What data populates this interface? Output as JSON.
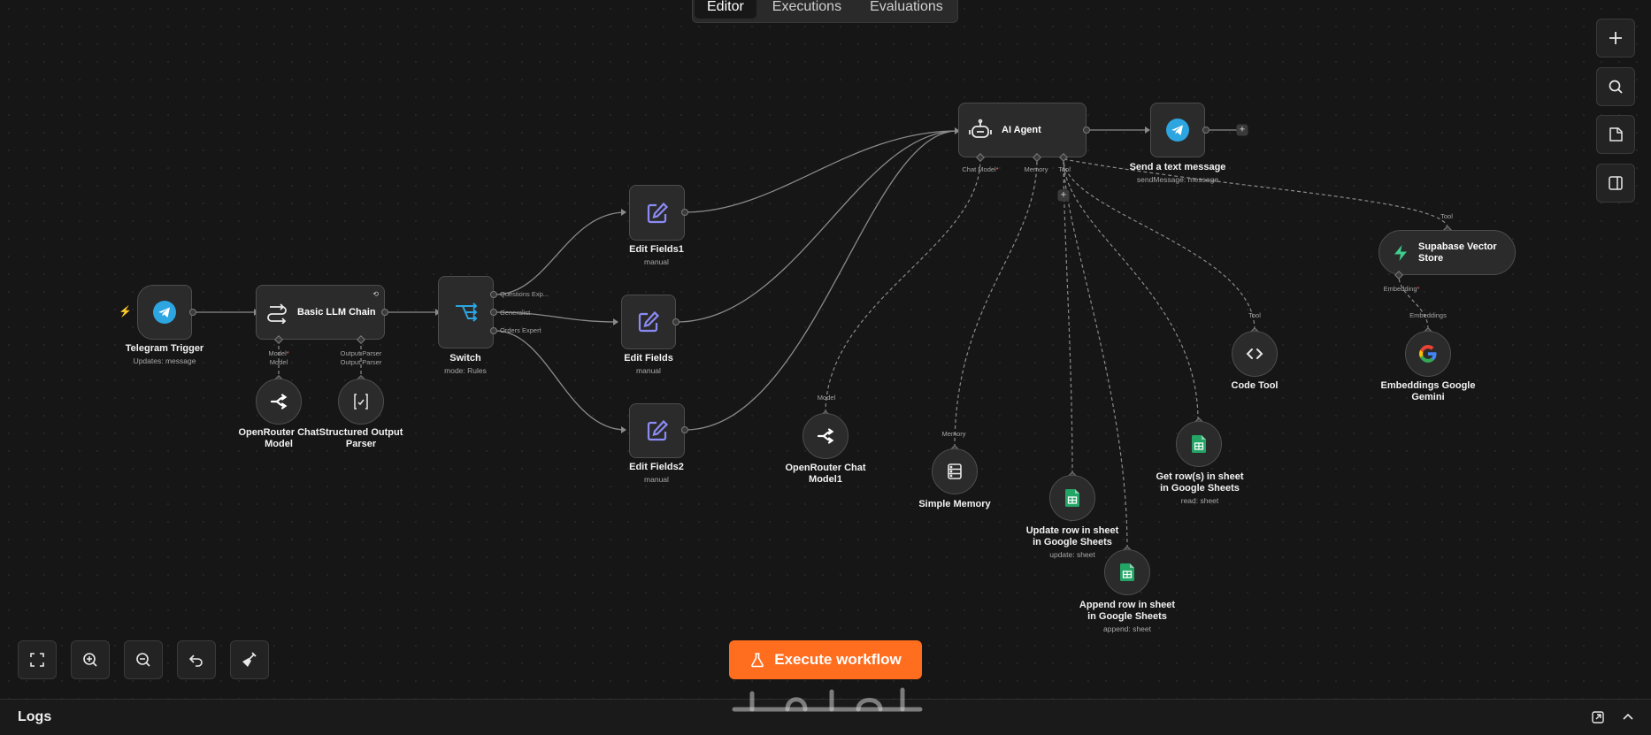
{
  "tabs": [
    {
      "label": "Editor",
      "active": true
    },
    {
      "label": "Executions",
      "active": false
    },
    {
      "label": "Evaluations",
      "active": false
    }
  ],
  "nodes": {
    "telegram_trigger": {
      "title": "Telegram Trigger",
      "subtitle": "Updates: message",
      "icon": "telegram-icon"
    },
    "basic_llm_chain": {
      "title": "Basic LLM Chain",
      "icon": "chain-icon"
    },
    "openrouter_chat_model": {
      "title": "OpenRouter Chat Model",
      "icon": "openrouter-icon"
    },
    "structured_output_parser": {
      "title": "Structured Output Parser",
      "icon": "braces-icon"
    },
    "switch": {
      "title": "Switch",
      "subtitle": "mode: Rules",
      "icon": "switch-icon"
    },
    "edit_fields1": {
      "title": "Edit Fields1",
      "subtitle": "manual",
      "icon": "pencil-icon"
    },
    "edit_fields": {
      "title": "Edit Fields",
      "subtitle": "manual",
      "icon": "pencil-icon"
    },
    "edit_fields2": {
      "title": "Edit Fields2",
      "subtitle": "manual",
      "icon": "pencil-icon"
    },
    "ai_agent": {
      "title": "AI Agent",
      "icon": "robot-icon"
    },
    "send_text_message": {
      "title": "Send a text message",
      "subtitle": "sendMessage: message",
      "icon": "telegram-icon"
    },
    "openrouter_chat_model1": {
      "title": "OpenRouter Chat Model1",
      "icon": "openrouter-icon"
    },
    "simple_memory": {
      "title": "Simple Memory",
      "icon": "database-icon"
    },
    "update_row": {
      "title": "Update row in sheet in Google Sheets",
      "subtitle": "update: sheet",
      "icon": "google-sheets-icon"
    },
    "append_row": {
      "title": "Append row in sheet in Google Sheets",
      "subtitle": "append: sheet",
      "icon": "google-sheets-icon"
    },
    "get_rows": {
      "title": "Get row(s) in sheet in Google Sheets",
      "subtitle": "read: sheet",
      "icon": "google-sheets-icon"
    },
    "code_tool": {
      "title": "Code Tool",
      "icon": "code-icon"
    },
    "supabase_vector_store": {
      "title": "Supabase Vector Store",
      "icon": "supabase-icon"
    },
    "embeddings_gemini": {
      "title": "Embeddings Google Gemini",
      "icon": "google-icon"
    }
  },
  "port_labels": {
    "chain_model": "Model",
    "chain_output_parser": "Output Parser",
    "model_out": "Model",
    "parser_out": "Output Parser",
    "switch_out1": "Questions Exp...",
    "switch_out2": "Generalist",
    "switch_out3": "Orders Expert",
    "agent_chat_model": "Chat Model",
    "agent_memory": "Memory",
    "agent_tool": "Tool",
    "model1_out": "Model",
    "memory_out": "Memory",
    "code_tool_out": "Tool",
    "supabase_tool_out": "Tool",
    "supabase_embedding": "Embedding",
    "embeddings_out": "Embeddings"
  },
  "right_toolbar": [
    {
      "name": "add-node-button",
      "icon": "plus-icon"
    },
    {
      "name": "search-nodes-button",
      "icon": "search-icon"
    },
    {
      "name": "sticky-note-button",
      "icon": "sticky-note-icon"
    },
    {
      "name": "toggle-panel-button",
      "icon": "panel-icon"
    }
  ],
  "bottom_toolbar": [
    {
      "name": "fit-view-button",
      "icon": "fit-view-icon"
    },
    {
      "name": "zoom-in-button",
      "icon": "zoom-in-icon"
    },
    {
      "name": "zoom-out-button",
      "icon": "zoom-out-icon"
    },
    {
      "name": "undo-button",
      "icon": "undo-icon"
    },
    {
      "name": "clear-execution-button",
      "icon": "broom-icon"
    }
  ],
  "execute_button": {
    "label": "Execute workflow",
    "icon": "flask-icon"
  },
  "logs": {
    "title": "Logs"
  },
  "colors": {
    "accent": "#ff6d1f",
    "required": "#ff6d5a",
    "telegram": "#2ca5e0",
    "edit_fields": "#8b8bf7",
    "sheets": "#23a566",
    "supabase": "#3ecf8e",
    "canvas": "#161616"
  }
}
